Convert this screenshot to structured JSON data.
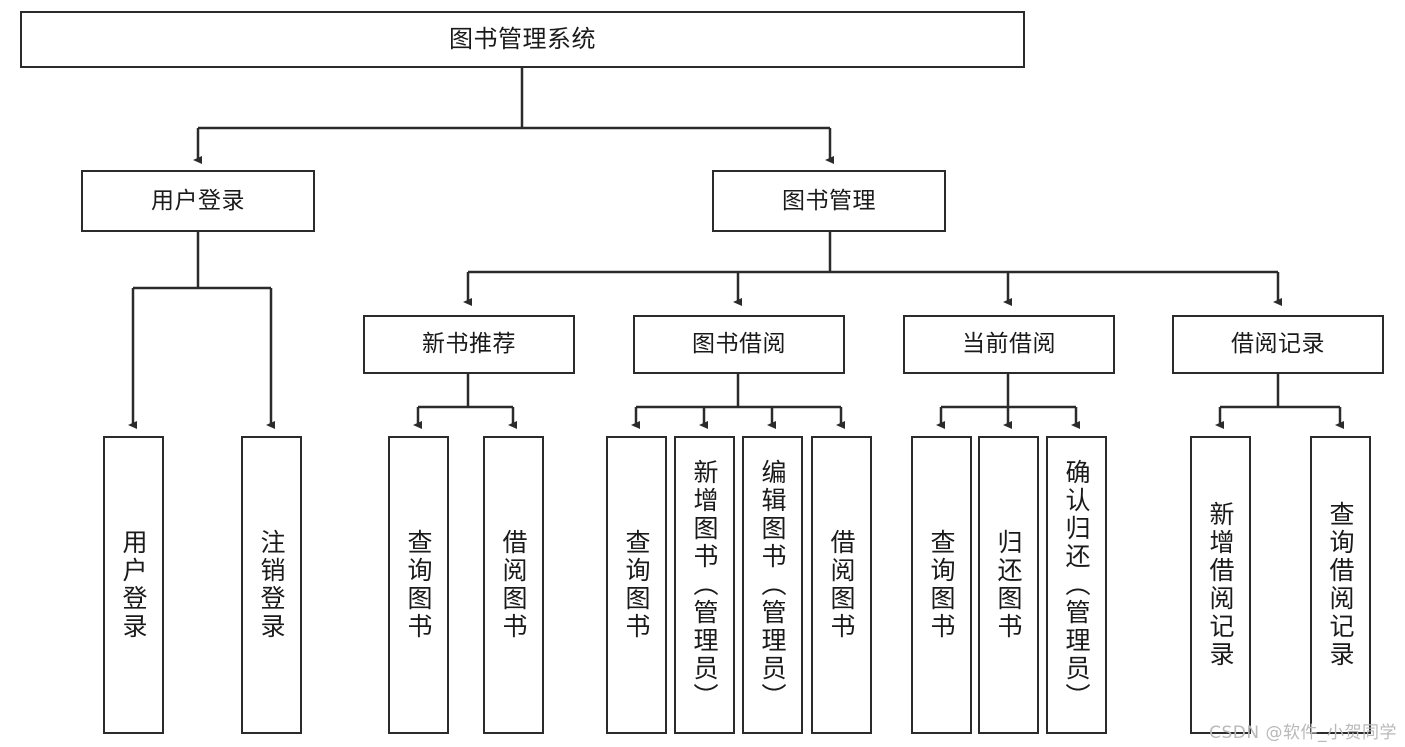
{
  "diagram": {
    "title": "图书管理系统",
    "type": "tree-hierarchy",
    "watermark": "CSDN @软件_小贺同学",
    "colors": {
      "stroke": "#2b2b2b",
      "fill": "#ffffff",
      "text": "#1a1a1a",
      "watermark": "#b9b9b9"
    },
    "nodes": {
      "root": {
        "label": "图书管理系统"
      },
      "level2": [
        {
          "label": "用户登录"
        },
        {
          "label": "图书管理"
        }
      ],
      "level3": [
        {
          "label": "新书推荐"
        },
        {
          "label": "图书借阅"
        },
        {
          "label": "当前借阅"
        },
        {
          "label": "借阅记录"
        }
      ],
      "leaves": [
        {
          "label": "用户登录"
        },
        {
          "label": "注销登录"
        },
        {
          "label": "查询图书"
        },
        {
          "label": "借阅图书"
        },
        {
          "label": "查询图书"
        },
        {
          "label": "新增图书（管理员）"
        },
        {
          "label": "编辑图书（管理员）"
        },
        {
          "label": "借阅图书"
        },
        {
          "label": "查询图书"
        },
        {
          "label": "归还图书"
        },
        {
          "label": "确认归还（管理员）"
        },
        {
          "label": "新增借阅记录"
        },
        {
          "label": "查询借阅记录"
        }
      ]
    }
  }
}
